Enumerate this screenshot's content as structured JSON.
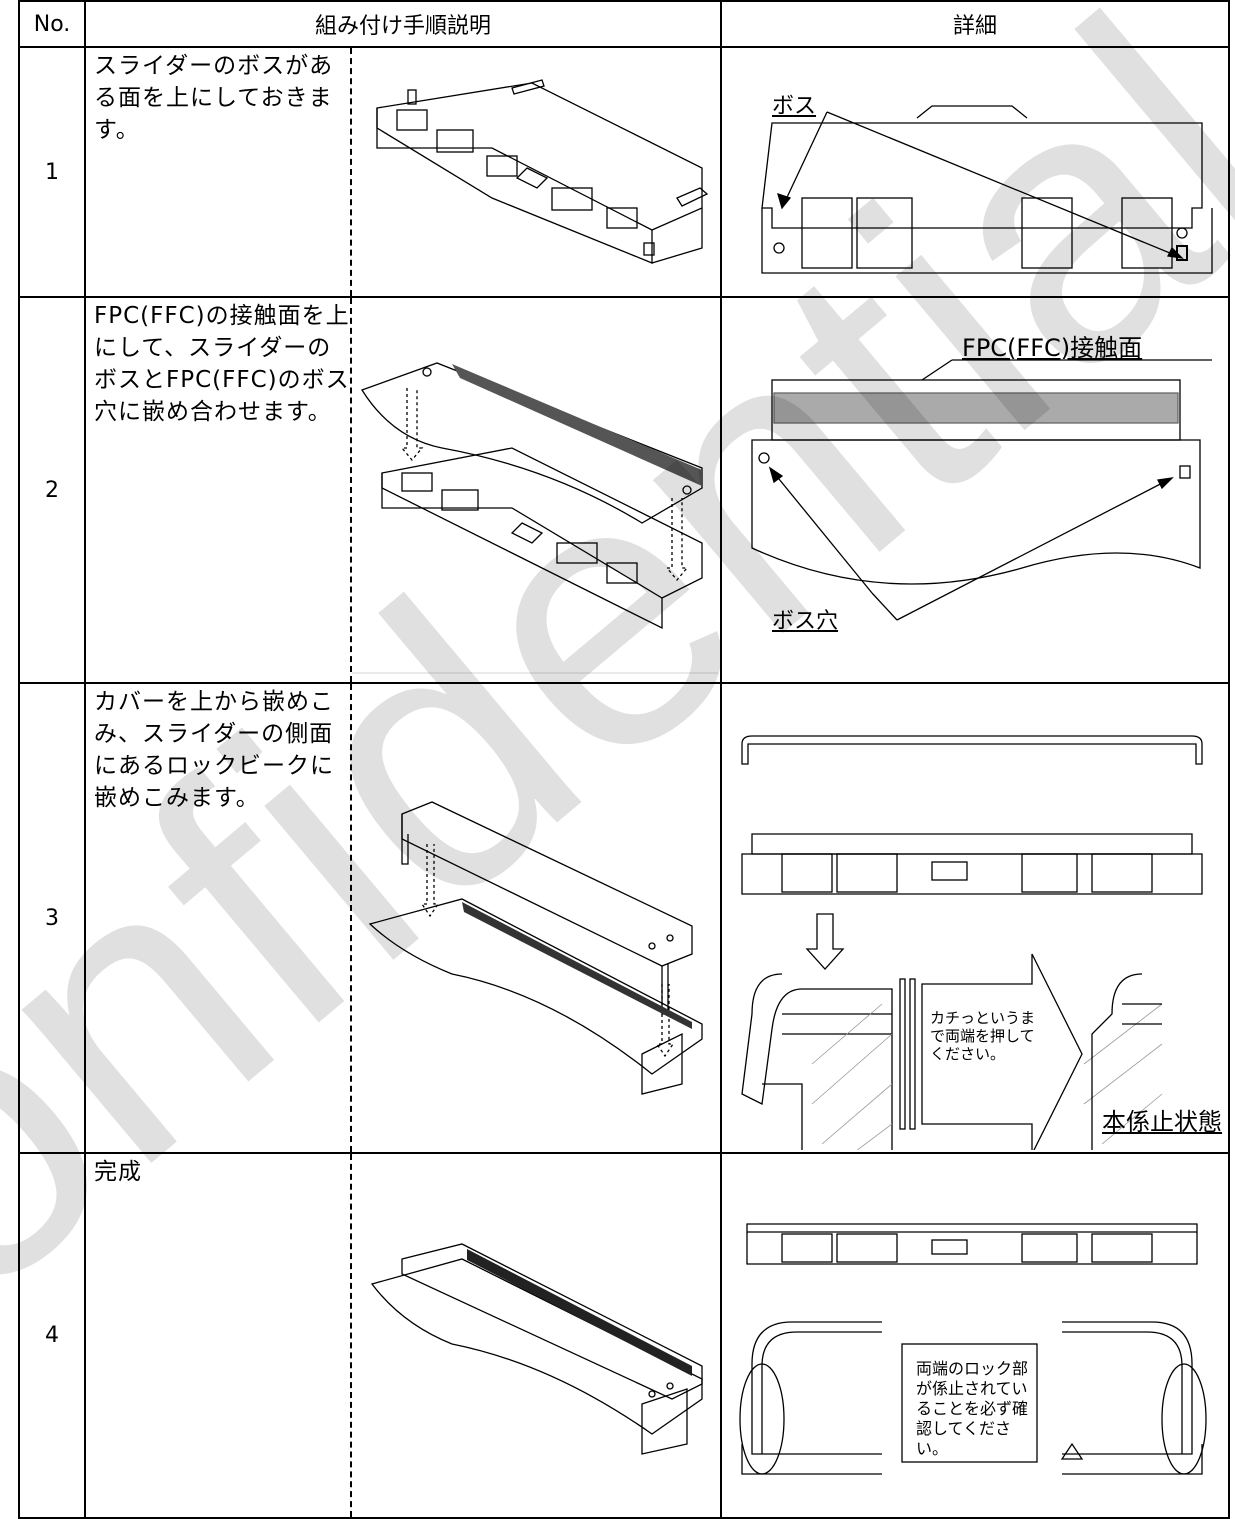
{
  "header": {
    "no": "No.",
    "procedure": "組み付け手順説明",
    "detail": "詳細"
  },
  "steps": [
    {
      "no": "1",
      "text": "スライダーのボスがある面を上にしておきます。"
    },
    {
      "no": "2",
      "text": "FPC(FFC)の接触面を上にして、スライダーのボスとFPC(FFC)のボス穴に嵌め合わせます。"
    },
    {
      "no": "3",
      "text": "カバーを上から嵌めこみ、スライダーの側面にあるロックビークに嵌めこみます。"
    },
    {
      "no": "4",
      "text": "完成"
    }
  ],
  "detail_labels": {
    "boss": "ボス",
    "contact_surface": "FPC(FFC)接触面",
    "boss_hole": "ボス穴",
    "press_note": "カチっというまで両端を押してください。",
    "locked_state": "本係止状態",
    "check_note": "両端のロック部が係止されていることを必ず確認してください。"
  },
  "watermark": "confidential"
}
